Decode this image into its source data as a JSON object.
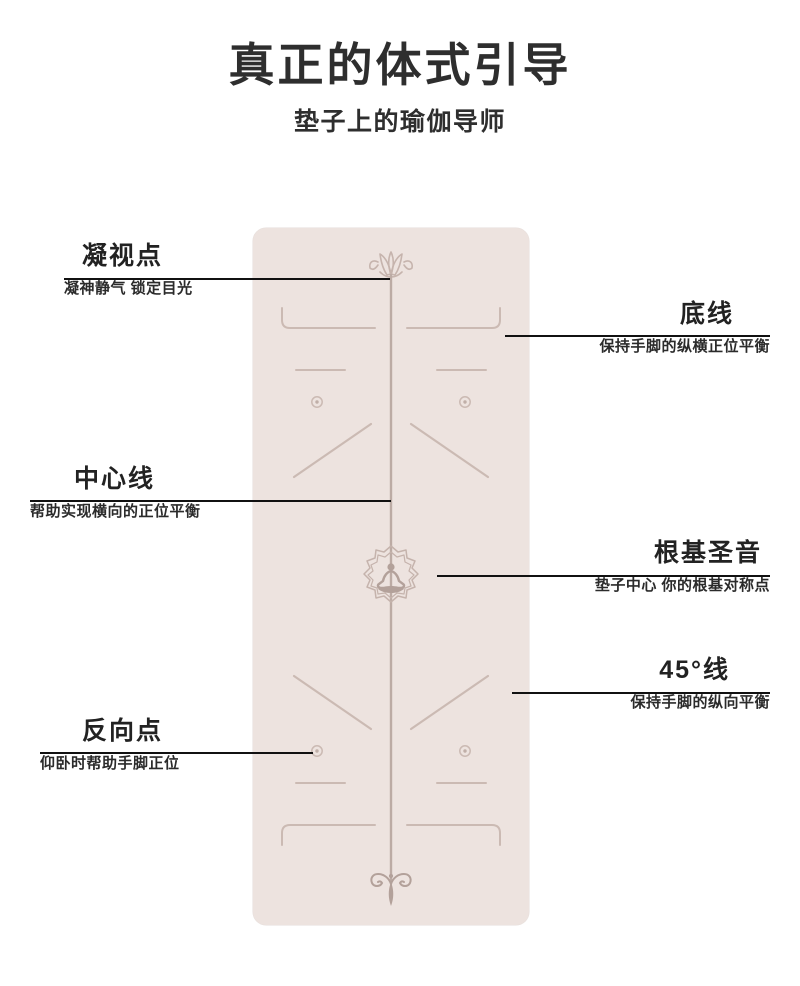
{
  "header": {
    "title": "真正的体式引导",
    "subtitle": "垫子上的瑜伽导师"
  },
  "annotations": {
    "gaze_point": {
      "title": "凝视点",
      "desc": "凝神静气 锁定目光"
    },
    "base_line": {
      "title": "底线",
      "desc": "保持手脚的纵横正位平衡"
    },
    "center_line": {
      "title": "中心线",
      "desc": "帮助实现横向的正位平衡"
    },
    "root_sound": {
      "title": "根基圣音",
      "desc": "垫子中心 你的根基对称点"
    },
    "forty_five_line": {
      "title": "45°线",
      "desc": "保持手脚的纵向平衡"
    },
    "reverse_point": {
      "title": "反向点",
      "desc": "仰卧时帮助手脚正位"
    }
  },
  "mat": {
    "color": "#ede3df",
    "marking_color": "#c9b8b1",
    "center_line_color": "#bcaba4",
    "top_ornament": "lotus-icon",
    "center_medallion": "meditation-figure-icon",
    "bottom_ornament": "fleur-lotus-icon"
  },
  "colors": {
    "text": "#222222",
    "leader": "#111111",
    "background": "#ffffff",
    "mat_fill": "#ede3df",
    "mat_marking": "#c9b8b1"
  }
}
